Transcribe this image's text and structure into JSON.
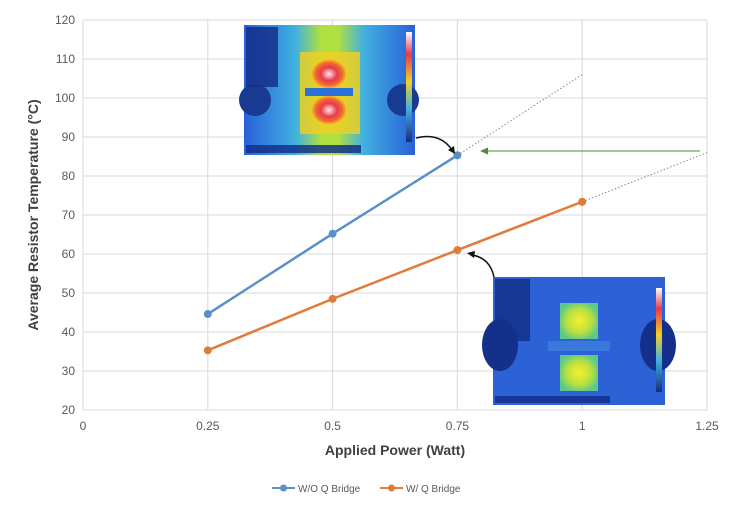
{
  "chart_data": {
    "type": "line",
    "title": "",
    "xlabel": "Applied Power  (Watt)",
    "ylabel": "Average Resistor Temperature (°C)",
    "xlim": [
      0,
      1.25
    ],
    "ylim": [
      20,
      120
    ],
    "x_ticks": [
      "0",
      "0.25",
      "0.5",
      "0.75",
      "1",
      "1.25"
    ],
    "y_ticks": [
      "20",
      "30",
      "40",
      "50",
      "60",
      "70",
      "80",
      "90",
      "100",
      "110",
      "120"
    ],
    "grid": true,
    "legend_position": "bottom",
    "series": [
      {
        "name": "W/O Q Bridge",
        "color": "#5b8fc9",
        "x": [
          0.25,
          0.5,
          0.75
        ],
        "y": [
          44.6,
          65.2,
          85.3
        ],
        "extrapolation": {
          "x": [
            0.75,
            1.0
          ],
          "y": [
            85.3,
            106
          ]
        }
      },
      {
        "name": "W/ Q Bridge",
        "color": "#e07b39",
        "x": [
          0.25,
          0.5,
          0.75,
          1.0
        ],
        "y": [
          35.3,
          48.5,
          61.0,
          73.4
        ],
        "extrapolation": {
          "x": [
            1.0,
            1.25
          ],
          "y": [
            73.4,
            86
          ]
        }
      }
    ],
    "annotations": [
      {
        "type": "thermal-image-inset",
        "points_to_series": "W/O Q Bridge",
        "at_x": 0.75
      },
      {
        "type": "thermal-image-inset",
        "points_to_series": "W/ Q Bridge",
        "at_x": 0.75
      },
      {
        "type": "arrow",
        "color": "#4e8a3e",
        "at_y": 86
      }
    ]
  }
}
